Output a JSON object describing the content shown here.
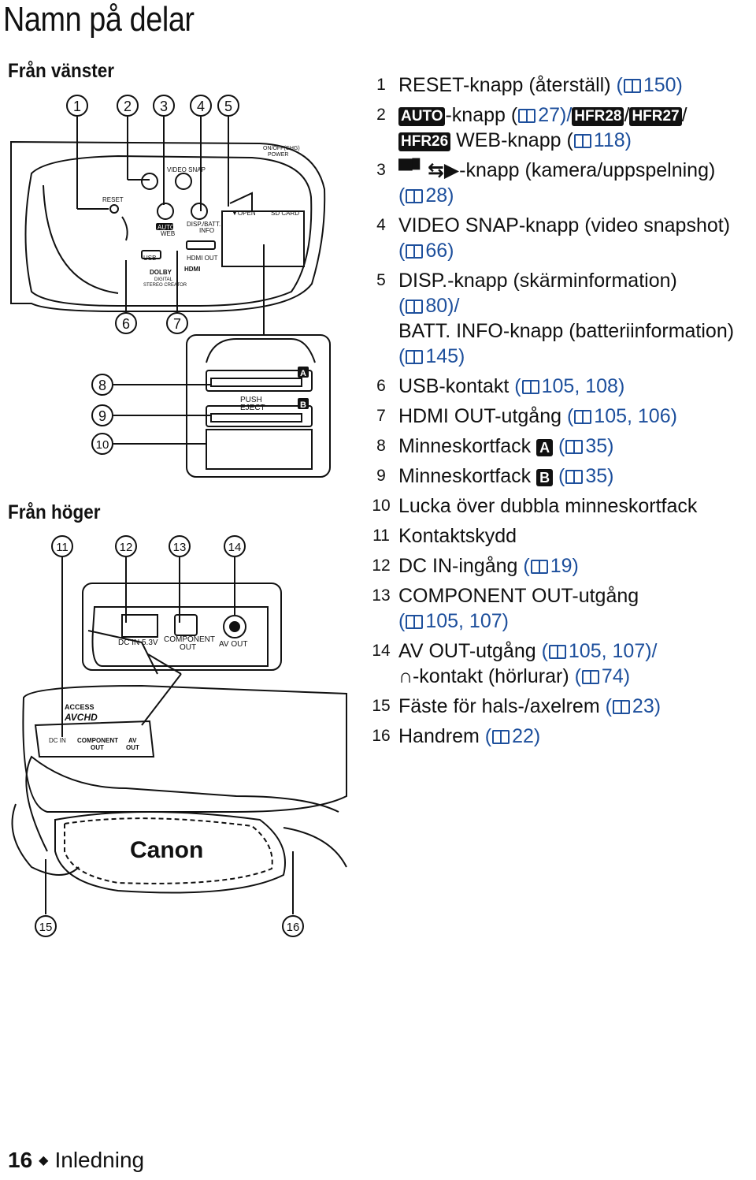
{
  "page_title": "Namn på delar",
  "section_left": "Från vänster",
  "section_right": "Från höger",
  "callouts": [
    "1",
    "2",
    "3",
    "4",
    "5",
    "6",
    "7",
    "8",
    "9",
    "10",
    "11",
    "12",
    "13",
    "14",
    "15",
    "16"
  ],
  "camera_labels": {
    "reset": "RESET",
    "video_snap": "VIDEO SNAP",
    "auto": "AUTO",
    "web": "WEB",
    "disp_batt": "DISP./BATT.",
    "info": "INFO",
    "open": "▼OPEN",
    "sd_card": "SD CARD",
    "usb": "USB",
    "hdmi_out": "HDMI OUT",
    "hdmi_logo": "HDMI",
    "dolby": "DOLBY",
    "dolby_digital": "DIGITAL",
    "stereo_creator": "STEREO CREATOR",
    "on_off": "ON/OFF(CHG)",
    "power": "POWER",
    "push_eject_1": "PUSH",
    "push_eject_2": "EJECT",
    "slot_a": "A",
    "slot_b": "B",
    "dc_in": "DC IN 5.3V",
    "component_out_1": "COMPONENT",
    "component_out_2": "OUT",
    "av_out": "AV OUT",
    "bottom_dc_in": "DC IN",
    "bottom_component": "COMPONENT",
    "bottom_out": "OUT",
    "bottom_av": "AV",
    "bottom_av_out": "OUT",
    "avchd": "AVCHD",
    "access": "ACCESS",
    "brand": "Canon"
  },
  "items": [
    {
      "num": "1",
      "pre": "RESET-knapp (återställ)",
      "ref": "150)"
    },
    {
      "num": "2",
      "line1_badge": "AUTO",
      "line1_text": "-knapp (",
      "line1_ref": "27)/",
      "models": [
        "HFR28",
        "HFR27",
        "HFR26"
      ],
      "line2_text": " WEB-knapp (",
      "line2_ref": "118)"
    },
    {
      "num": "3",
      "icons": "camera ⇆ play",
      "text": "-knapp (kamera/uppspelning)",
      "ref": "28)"
    },
    {
      "num": "4",
      "text": "VIDEO SNAP-knapp (video snapshot)",
      "ref": "66)"
    },
    {
      "num": "5",
      "text": "DISP.-knapp (skärminformation)",
      "ref": "80)/",
      "text2": "BATT. INFO-knapp (batteriinformation)",
      "ref2": "145)"
    },
    {
      "num": "6",
      "text": "USB-kontakt",
      "ref": "105, 108)"
    },
    {
      "num": "7",
      "text": "HDMI OUT-utgång",
      "ref": "105, 106)"
    },
    {
      "num": "8",
      "text": "Minneskortfack",
      "slot": "A",
      "ref": "35)"
    },
    {
      "num": "9",
      "text": "Minneskortfack",
      "slot": "B",
      "ref": "35)"
    },
    {
      "num": "10",
      "text": "Lucka över dubbla minneskortfack"
    },
    {
      "num": "11",
      "text": "Kontaktskydd"
    },
    {
      "num": "12",
      "text": "DC IN-ingång",
      "ref": "19)"
    },
    {
      "num": "13",
      "text": "COMPONENT OUT-utgång",
      "ref": "105, 107)"
    },
    {
      "num": "14",
      "text": "AV OUT-utgång",
      "ref": "105, 107)/",
      "text2": "-kontakt (hörlurar)",
      "ref2": "74)"
    },
    {
      "num": "15",
      "text": "Fäste för hals-/axelrem",
      "ref": "23)"
    },
    {
      "num": "16",
      "text": "Handrem",
      "ref": "22)"
    }
  ],
  "footer": {
    "page_number": "16",
    "bullet": "◆",
    "section": "Inledning"
  }
}
